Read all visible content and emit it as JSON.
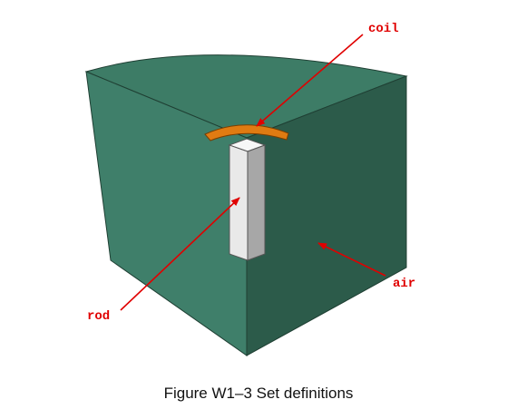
{
  "figure": {
    "labels": {
      "coil": "coil",
      "rod": "rod",
      "air": "air"
    },
    "caption": "Figure W1–3 Set definitions"
  },
  "colors": {
    "air_left_face": "#3f7f6a",
    "air_right_face": "#2c5b4a",
    "air_top_face": "#3d7c66",
    "air_edge": "#1f3f33",
    "coil": "#e07b12",
    "coil_edge": "#7a3e00",
    "rod_front": "#e9e9e9",
    "rod_side": "#a7a7a7",
    "rod_top": "#f7f7f7",
    "annotation": "#e00000"
  }
}
